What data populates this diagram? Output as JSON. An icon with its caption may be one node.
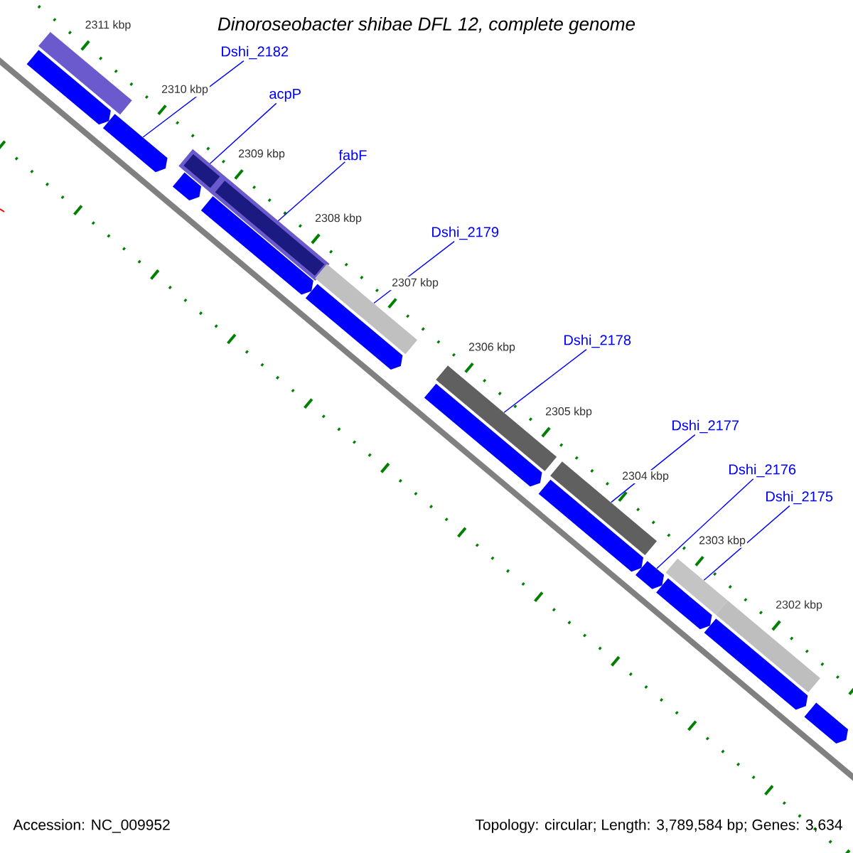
{
  "diagram": {
    "title": "Dinoroseobacter shibae DFL 12, complete genome",
    "nodes": [
      {
        "text": [
          "Dshi_2182"
        ]
      },
      {
        "text": [
          "acpP"
        ]
      },
      {
        "text": [
          "fabF"
        ]
      },
      {
        "text": [
          "Dshi_2179"
        ]
      },
      {
        "text": [
          "Dshi_2178"
        ]
      },
      {
        "text": [
          "Dshi_2177"
        ]
      },
      {
        "text": [
          "Dshi_2176"
        ]
      },
      {
        "text": [
          "Dshi_2175"
        ]
      },
      {
        "text": [],
        "shape": "bar"
      },
      {
        "text": [],
        "shape": "bar"
      },
      {
        "text": [],
        "shape": "bar"
      },
      {
        "text": [],
        "shape": "bar"
      },
      {
        "text": [],
        "shape": "bar"
      },
      {
        "text": [],
        "shape": "bar"
      },
      {
        "text": [],
        "shape": "bar"
      },
      {
        "text": [],
        "shape": "bar"
      },
      {
        "text": [],
        "shape": "arrow"
      },
      {
        "text": [],
        "shape": "arrow"
      },
      {
        "text": [],
        "shape": "arrow"
      },
      {
        "text": [],
        "shape": "arrow"
      },
      {
        "text": [],
        "shape": "arrow"
      },
      {
        "text": [],
        "shape": "arrow"
      },
      {
        "text": [],
        "shape": "arrow"
      },
      {
        "text": [],
        "shape": "arrow"
      },
      {
        "text": [],
        "shape": "arrow"
      },
      {
        "text": [],
        "shape": "arrow"
      },
      {
        "text": [],
        "shape": "arrow"
      }
    ],
    "edges": [
      {
        "from": 0,
        "to": 17,
        "arrow": "none"
      },
      {
        "from": 1,
        "to": 9,
        "arrow": "none"
      },
      {
        "from": 2,
        "to": 10,
        "arrow": "none"
      },
      {
        "from": 3,
        "to": 11,
        "arrow": "none"
      },
      {
        "from": 4,
        "to": 12,
        "arrow": "none"
      },
      {
        "from": 5,
        "to": 13,
        "arrow": "none"
      },
      {
        "from": 6,
        "to": 23,
        "arrow": "none"
      },
      {
        "from": 7,
        "to": 14,
        "arrow": "none"
      }
    ],
    "labels": [
      "2311 kbp",
      "2310 kbp",
      "2309 kbp",
      "2308 kbp",
      "2307 kbp",
      "2306 kbp",
      "2305 kbp",
      "2304 kbp",
      "2303 kbp",
      "2302 kbp",
      "Accession: NC_009952",
      "Topology: circular; Length: 3,789,584 bp; Genes: 3,634"
    ]
  }
}
